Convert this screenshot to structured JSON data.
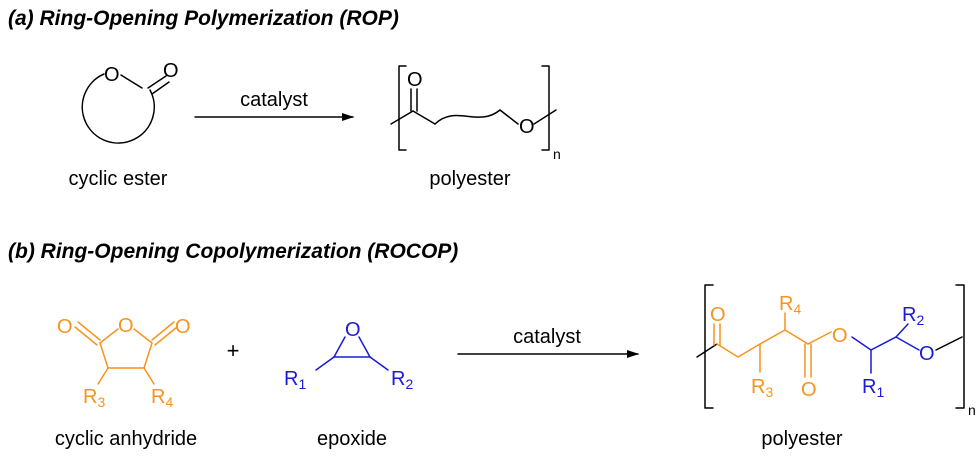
{
  "section_a": {
    "title": "(a) Ring-Opening Polymerization (ROP)",
    "reagent_label": "catalyst",
    "reactant_label": "cyclic ester",
    "product_label": "polyester",
    "atoms": {
      "o": "O",
      "n": "n"
    }
  },
  "section_b": {
    "title": "(b) Ring-Opening Copolymerization (ROCOP)",
    "reagent_label": "catalyst",
    "plus": "+",
    "anhydride_label": "cyclic anhydride",
    "epoxide_label": "epoxide",
    "product_label": "polyester",
    "atoms": {
      "o": "O",
      "r": "R",
      "n": "n",
      "s1": "1",
      "s2": "2",
      "s3": "3",
      "s4": "4"
    }
  },
  "colors": {
    "anhydride": "#f7941d",
    "epoxide": "#1a1adb",
    "text": "#000000"
  }
}
